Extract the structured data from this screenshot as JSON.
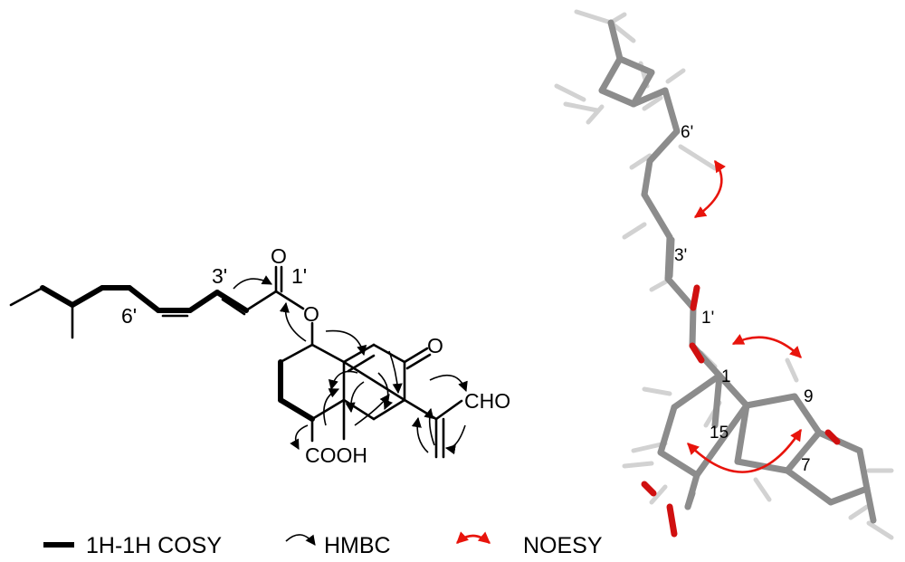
{
  "structure_2d": {
    "atom_labels": {
      "o_ketone": "O",
      "o_ester_carbonyl": "O",
      "o_ester": "O",
      "cooh": "COOH",
      "cho": "CHO"
    },
    "position_labels": {
      "p3": "3'",
      "p1": "1'",
      "p6": "6'"
    }
  },
  "model_3d": {
    "labels": {
      "p6": "6'",
      "p3": "3'",
      "p1": "1'",
      "c1": "1",
      "c9": "9",
      "c15": "15",
      "c7": "7"
    }
  },
  "legend": {
    "cosy": "1H-1H COSY",
    "hmbc": "HMBC",
    "noesy": "NOESY"
  },
  "colors": {
    "noesy_arrow": "#e8140c",
    "stick_gray": "#8c8c8c",
    "oxygen_red": "#d01010"
  }
}
